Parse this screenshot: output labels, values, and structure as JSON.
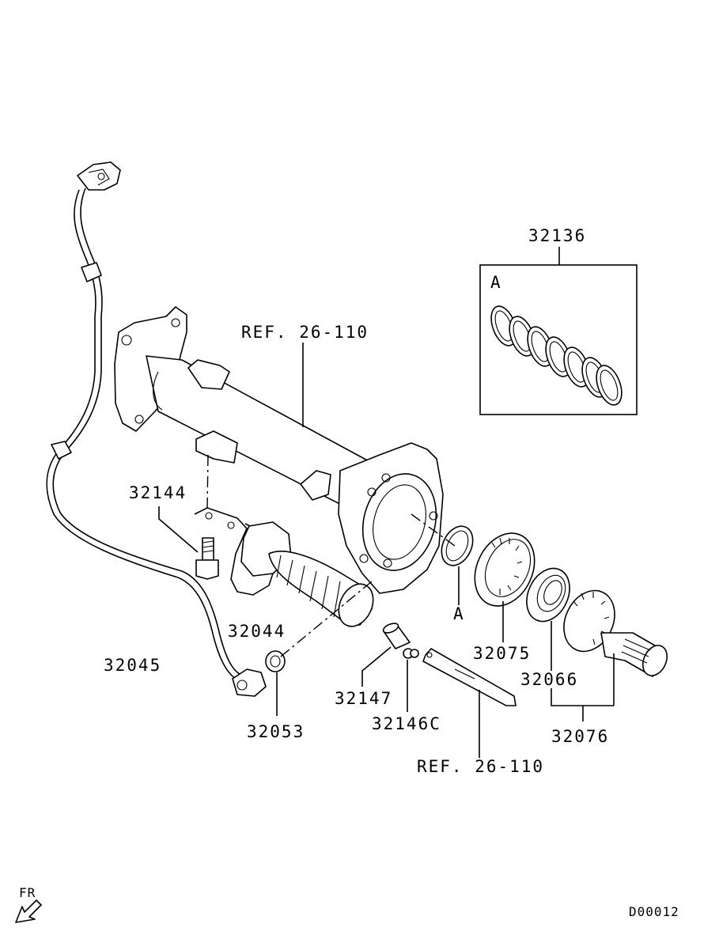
{
  "diagram_id": "D00012",
  "orientation_label": "FR",
  "inset": {
    "part_number": "32136",
    "callout": "A"
  },
  "labels": {
    "ref_housing": "REF. 26-110",
    "ref_shaft": "REF. 26-110",
    "p32144": "32144",
    "p32044": "32044",
    "p32045": "32045",
    "p32053": "32053",
    "p32147": "32147",
    "p32146c": "32146C",
    "p32075": "32075",
    "p32066": "32066",
    "p32076": "32076",
    "callout_a": "A"
  }
}
